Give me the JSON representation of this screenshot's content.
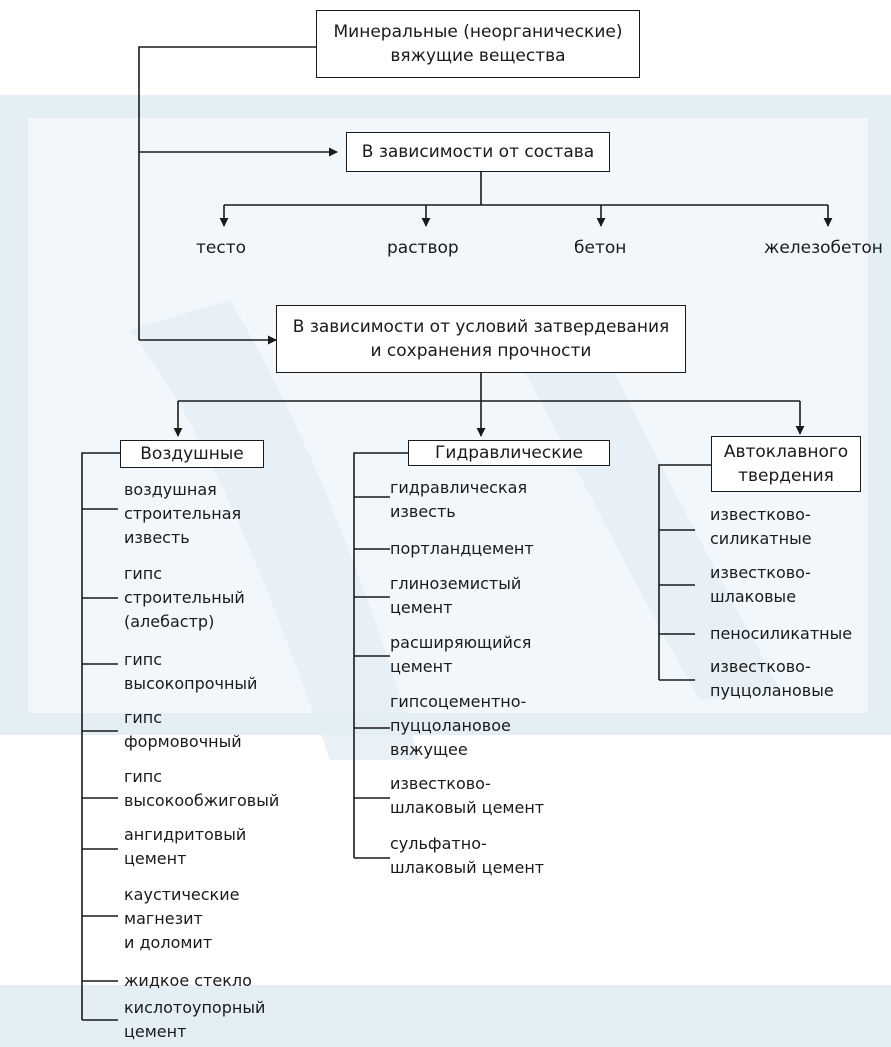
{
  "colors": {
    "line": "#1a1a1a",
    "watermark": "#e3eef5",
    "text": "#1a1a1a"
  },
  "root": "Минеральные (неорганические)\nвяжущие вещества",
  "composition": {
    "title": "В зависимости от состава",
    "items": [
      "тесто",
      "раствор",
      "бетон",
      "железобетон"
    ]
  },
  "hardening": {
    "title": "В зависимости от условий затвердевания\nи сохранения прочности"
  },
  "groups": {
    "air": {
      "title": "Воздушные",
      "items": [
        "воздушная\nстроительная\nизвесть",
        "гипс\nстроительный\n(алебастр)",
        "гипс\nвысокопрочный",
        "гипс\nформовочный",
        "гипс\nвысокообжиговый",
        "ангидритовый\nцемент",
        "каустические\nмагнезит\nи доломит",
        "жидкое стекло",
        "кислотоупорный\nцемент"
      ]
    },
    "hydraulic": {
      "title": "Гидравлические",
      "items": [
        "гидравлическая\nизвесть",
        "портландцемент",
        "глиноземистый\nцемент",
        "расширяющийся\nцемент",
        "гипсоцементно-\nпуццолановое\nвяжущее",
        "известково-\nшлаковый цемент",
        "сульфатно-\nшлаковый цемент"
      ]
    },
    "autoclave": {
      "title": "Автоклавного\nтвердения",
      "items": [
        "известково-\nсиликатные",
        "известково-\nшлаковые",
        "пеносиликатные",
        "известково-\nпуццолановые"
      ]
    }
  }
}
